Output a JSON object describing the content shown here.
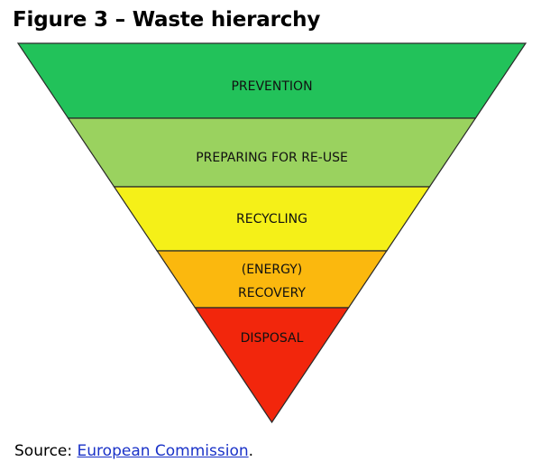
{
  "figure": {
    "title": "Figure 3 – Waste hierarchy"
  },
  "hierarchy": {
    "levels": [
      {
        "lines": [
          "PREVENTION"
        ],
        "color": "#22c25a"
      },
      {
        "lines": [
          "PREPARING FOR RE-USE"
        ],
        "color": "#9ad25f"
      },
      {
        "lines": [
          "RECYCLING"
        ],
        "color": "#f5f018"
      },
      {
        "lines": [
          "(ENERGY)",
          "RECOVERY"
        ],
        "color": "#fbb80e"
      },
      {
        "lines": [
          "DISPOSAL"
        ],
        "color": "#f2260c"
      }
    ]
  },
  "source": {
    "prefix": "Source: ",
    "link_text": "European Commission",
    "suffix": "."
  }
}
